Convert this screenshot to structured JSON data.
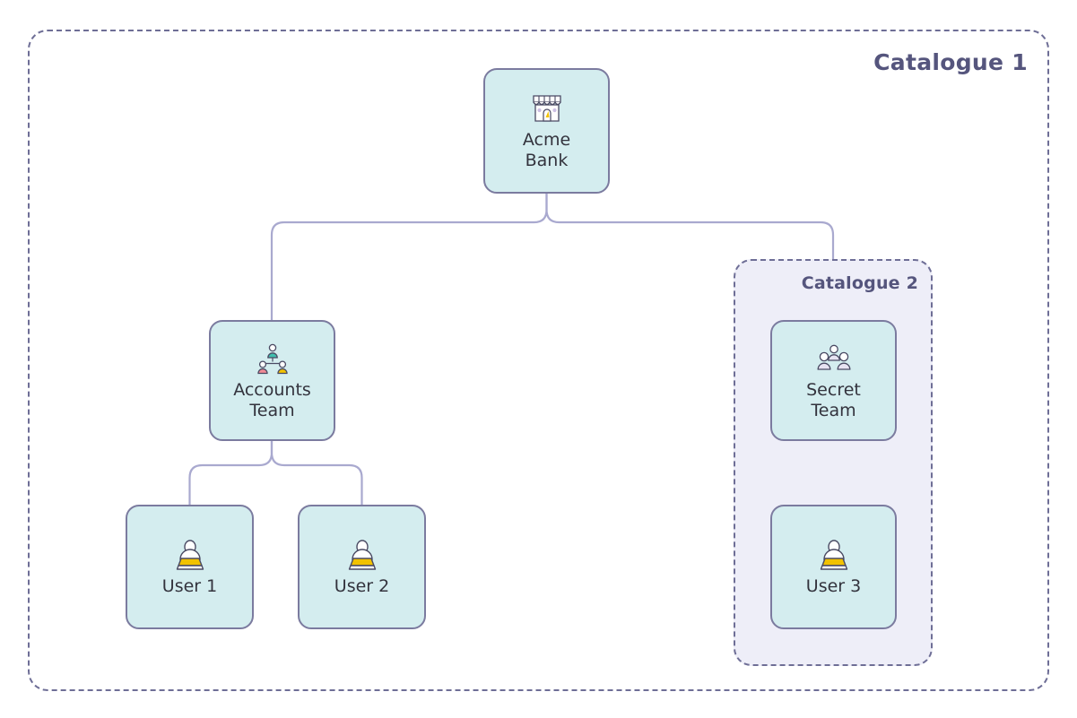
{
  "diagram": {
    "type": "org-hierarchy",
    "background": "#ffffff",
    "colors": {
      "node_fill": "#d4edef",
      "node_border": "#7b7b9f",
      "node_text": "#33333d",
      "frame_border": "#6e6e96",
      "frame_label": "#55557d",
      "inner_frame_fill": "#eeeef8",
      "connector": "#a9a9cf",
      "accent_yellow": "#e8b500",
      "accent_teal": "#3fbfae",
      "accent_pink": "#f08a95",
      "accent_lavender": "#c9bce0"
    }
  },
  "catalogues": {
    "outer": {
      "label": "Catalogue 1"
    },
    "inner": {
      "label": "Catalogue 2"
    }
  },
  "nodes": [
    {
      "id": "acme-bank",
      "label": "Acme\nBank",
      "icon": "storefront-icon"
    },
    {
      "id": "accounts-team",
      "label": "Accounts\nTeam",
      "icon": "org-chart-icon"
    },
    {
      "id": "user-1",
      "label": "User 1",
      "icon": "person-laptop-icon"
    },
    {
      "id": "user-2",
      "label": "User 2",
      "icon": "person-laptop-icon"
    },
    {
      "id": "secret-team",
      "label": "Secret\nTeam",
      "icon": "people-group-icon"
    },
    {
      "id": "user-3",
      "label": "User 3",
      "icon": "person-laptop-icon"
    }
  ],
  "edges": [
    {
      "from": "acme-bank",
      "to": "accounts-team"
    },
    {
      "from": "acme-bank",
      "to": "catalogue-2"
    },
    {
      "from": "accounts-team",
      "to": "user-1"
    },
    {
      "from": "accounts-team",
      "to": "user-2"
    }
  ]
}
